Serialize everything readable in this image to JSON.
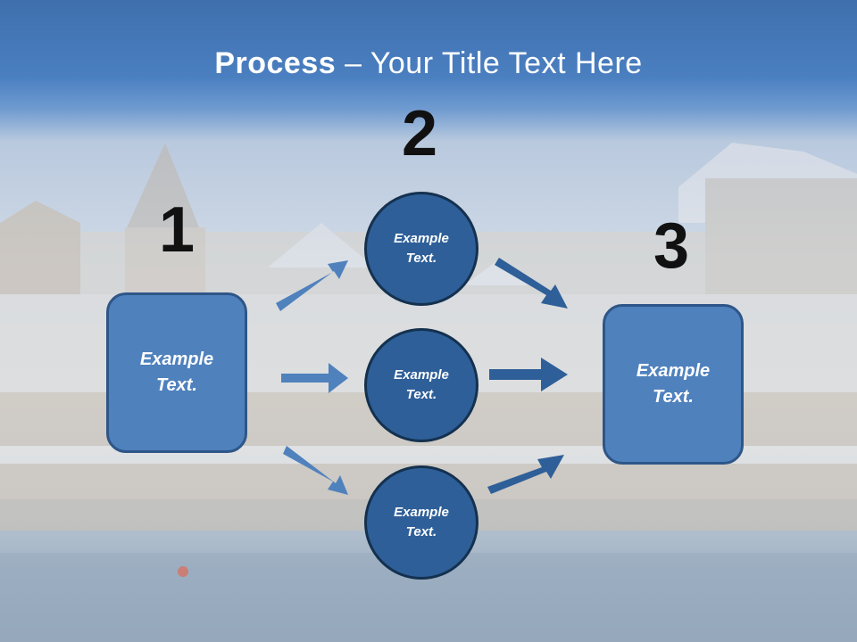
{
  "title": {
    "bold": "Process",
    "rest": " – Your Title Text Here"
  },
  "steps": {
    "one": {
      "number": "1",
      "text": "Example Text."
    },
    "two": {
      "number": "2",
      "circles": [
        {
          "text": "Example Text."
        },
        {
          "text": "Example Text."
        },
        {
          "text": "Example Text."
        }
      ]
    },
    "three": {
      "number": "3",
      "text": "Example Text."
    }
  },
  "colors": {
    "box": "#4f81bd",
    "circle": "#2e5f98",
    "arrow_light": "#4f81bd",
    "arrow_dark": "#2e5f98"
  }
}
